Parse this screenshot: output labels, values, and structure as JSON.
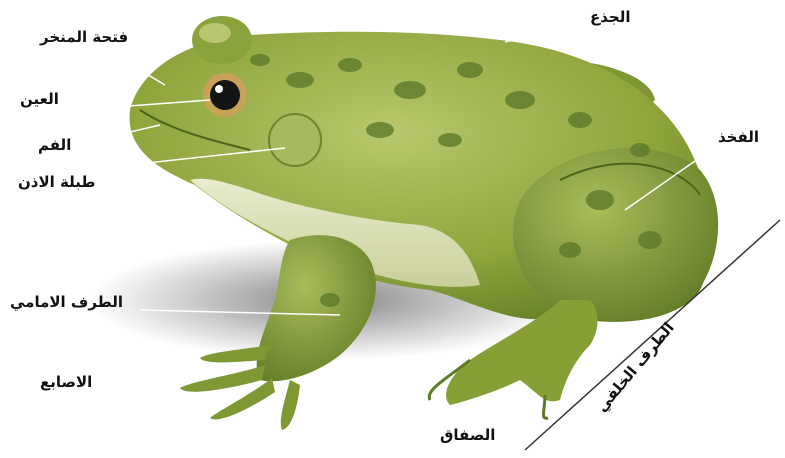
{
  "labels": {
    "nostril": "فتحة المنخر",
    "trunk": "الجذع",
    "eye": "العين",
    "mouth": "الفم",
    "eardrum": "طبلة الاذن",
    "thigh": "الفخذ",
    "forelimb": "الطرف الامامي",
    "fingers": "الاصابع",
    "web": "الصفاق",
    "hindlimb": "الطرف الخلفي"
  },
  "colors": {
    "body": "#8fa83e",
    "body_light": "#b5c56a",
    "spots": "#5e7a2a",
    "belly": "#e2e6c4",
    "leader_line": "#ffffff",
    "text": "#111111"
  }
}
